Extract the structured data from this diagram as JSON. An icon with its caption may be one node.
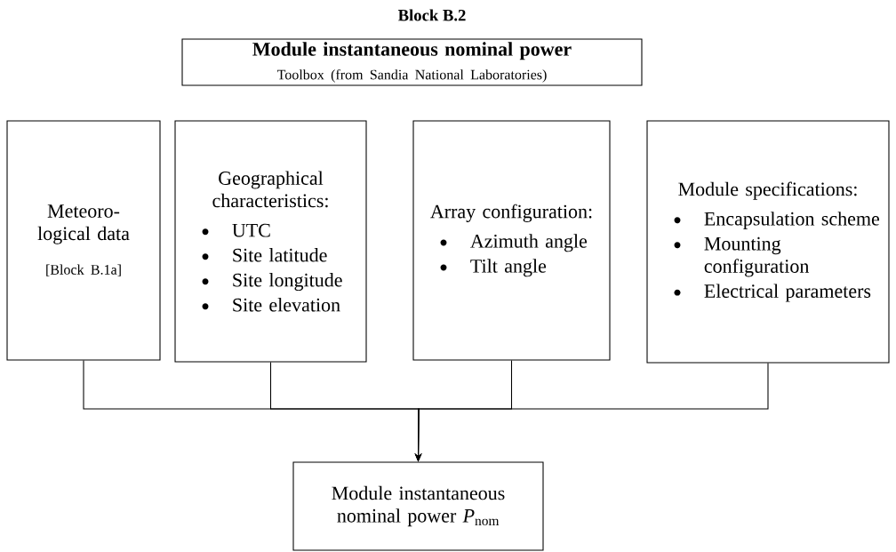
{
  "diagram": {
    "title": "Block B.2",
    "nodes": [
      {
        "text": [
          "Module instantaneous nominal power",
          "Toolbox (from Sandia National Laboratories)"
        ]
      },
      {
        "text": [
          "Meteoro-logical data",
          "[Block B.1a]"
        ]
      },
      {
        "text": [
          "Geographical characteristics:",
          "UTC",
          "Site latitude",
          "Site longitude",
          "Site elevation"
        ]
      },
      {
        "text": [
          "Array configuration:",
          "Azimuth angle",
          "Tilt angle"
        ]
      },
      {
        "text": [
          "Module specifications:",
          "Encapsulation scheme",
          "Mounting configuration",
          "Electrical parameters"
        ]
      },
      {
        "text": [
          "Module instantaneous nominal power *P*$_{nom}$"
        ]
      }
    ],
    "edges": [
      {
        "from": 1,
        "to": 5,
        "arrow": "to"
      },
      {
        "from": 2,
        "to": 5,
        "arrow": "to"
      },
      {
        "from": 3,
        "to": 5,
        "arrow": "to"
      },
      {
        "from": 4,
        "to": 5,
        "arrow": "to"
      }
    ]
  }
}
